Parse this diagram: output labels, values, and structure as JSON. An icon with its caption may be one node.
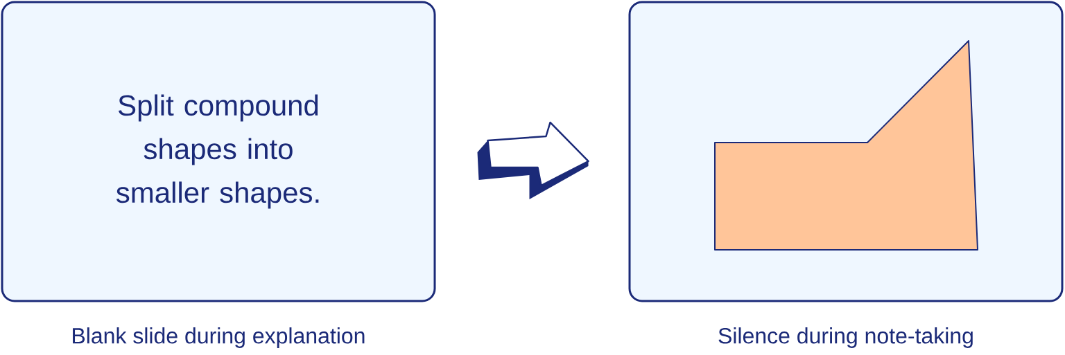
{
  "diagram": {
    "nodes": [
      {
        "text": [
          "Split compound shapes into smaller shapes."
        ],
        "beside": [
          "Blank slide during explanation"
        ]
      },
      {
        "text": [],
        "shape": "box",
        "beside": [
          "Silence during note-taking"
        ]
      },
      {
        "text": [],
        "shape": "polygon",
        "in": 1
      }
    ],
    "edges": [
      {
        "from": 0,
        "to": 1,
        "arrow": "to"
      }
    ]
  }
}
